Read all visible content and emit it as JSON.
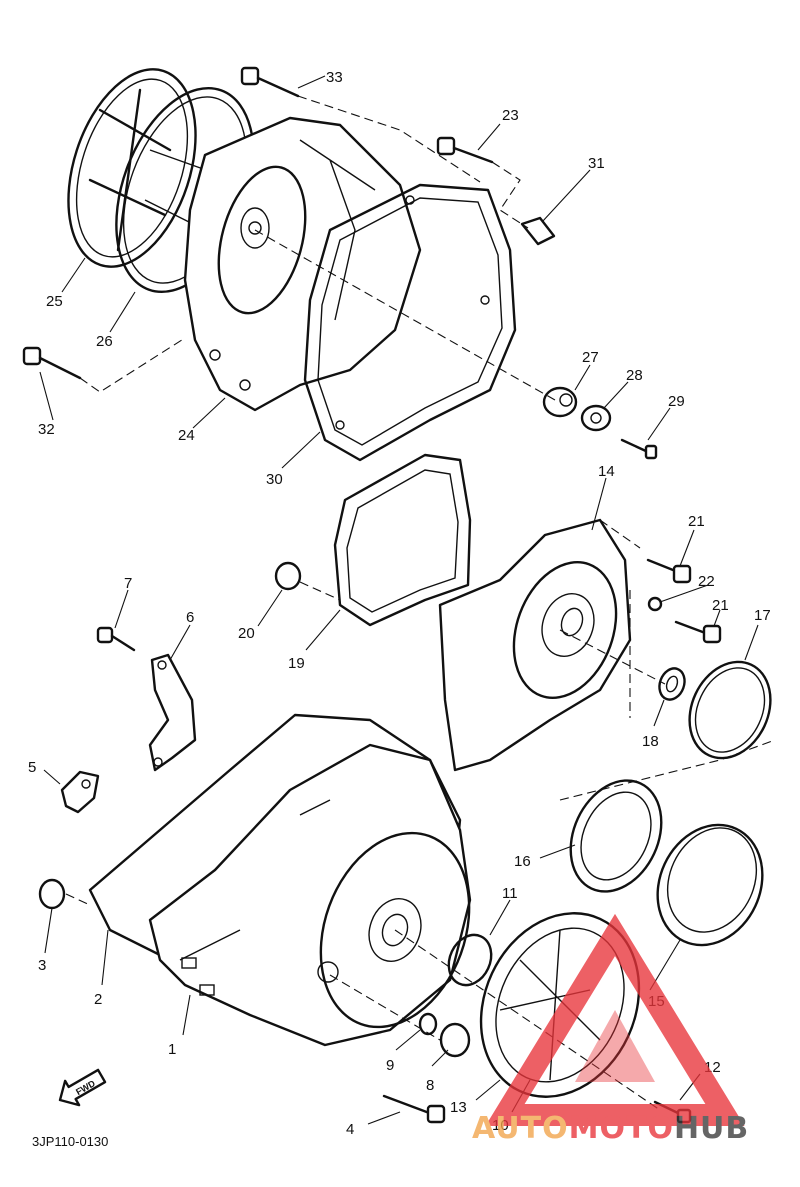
{
  "diagram_code": "3JP110-0130",
  "fwd_label": "FWD",
  "watermark": {
    "text_a": "AUTO",
    "text_b": "MOTO",
    "text_c": "HUB",
    "color_primary": "#e8343a",
    "color_secondary": "#f2a44a",
    "color_dark": "#3b3b3b"
  },
  "callouts": [
    "1",
    "2",
    "3",
    "4",
    "5",
    "6",
    "7",
    "8",
    "9",
    "10",
    "11",
    "12",
    "13",
    "14",
    "15",
    "16",
    "17",
    "18",
    "19",
    "20",
    "21",
    "21",
    "22",
    "23",
    "24",
    "25",
    "26",
    "27",
    "28",
    "29",
    "30",
    "31",
    "32",
    "33"
  ]
}
